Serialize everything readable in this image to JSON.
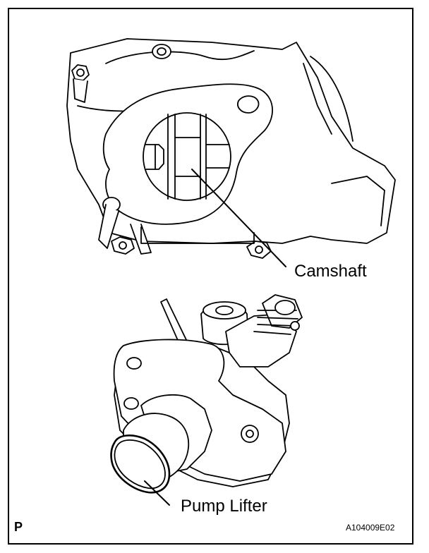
{
  "labels": {
    "camshaft": "Camshaft",
    "pump_lifter": "Pump Lifter"
  },
  "corner_mark": "P",
  "figure_id": "A104009E02"
}
